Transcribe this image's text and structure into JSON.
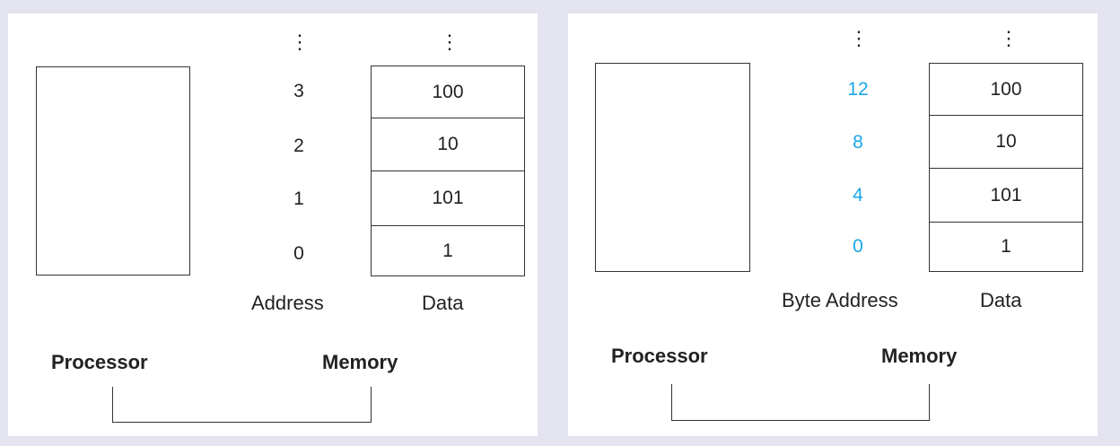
{
  "left": {
    "address_label": "Address",
    "data_label": "Data",
    "processor_label": "Processor",
    "memory_label": "Memory",
    "rows": [
      {
        "address": "3",
        "data": "100"
      },
      {
        "address": "2",
        "data": "10"
      },
      {
        "address": "1",
        "data": "101"
      },
      {
        "address": "0",
        "data": "1"
      }
    ]
  },
  "right": {
    "address_label": "Byte Address",
    "data_label": "Data",
    "processor_label": "Processor",
    "memory_label": "Memory",
    "rows": [
      {
        "address": "12",
        "data": "100"
      },
      {
        "address": "8",
        "data": "10"
      },
      {
        "address": "4",
        "data": "101"
      },
      {
        "address": "0",
        "data": "1"
      }
    ]
  },
  "colors": {
    "byte_address_color": "#1aa7e6",
    "background": "#e4e4f0"
  },
  "ellipsis": "⋮"
}
